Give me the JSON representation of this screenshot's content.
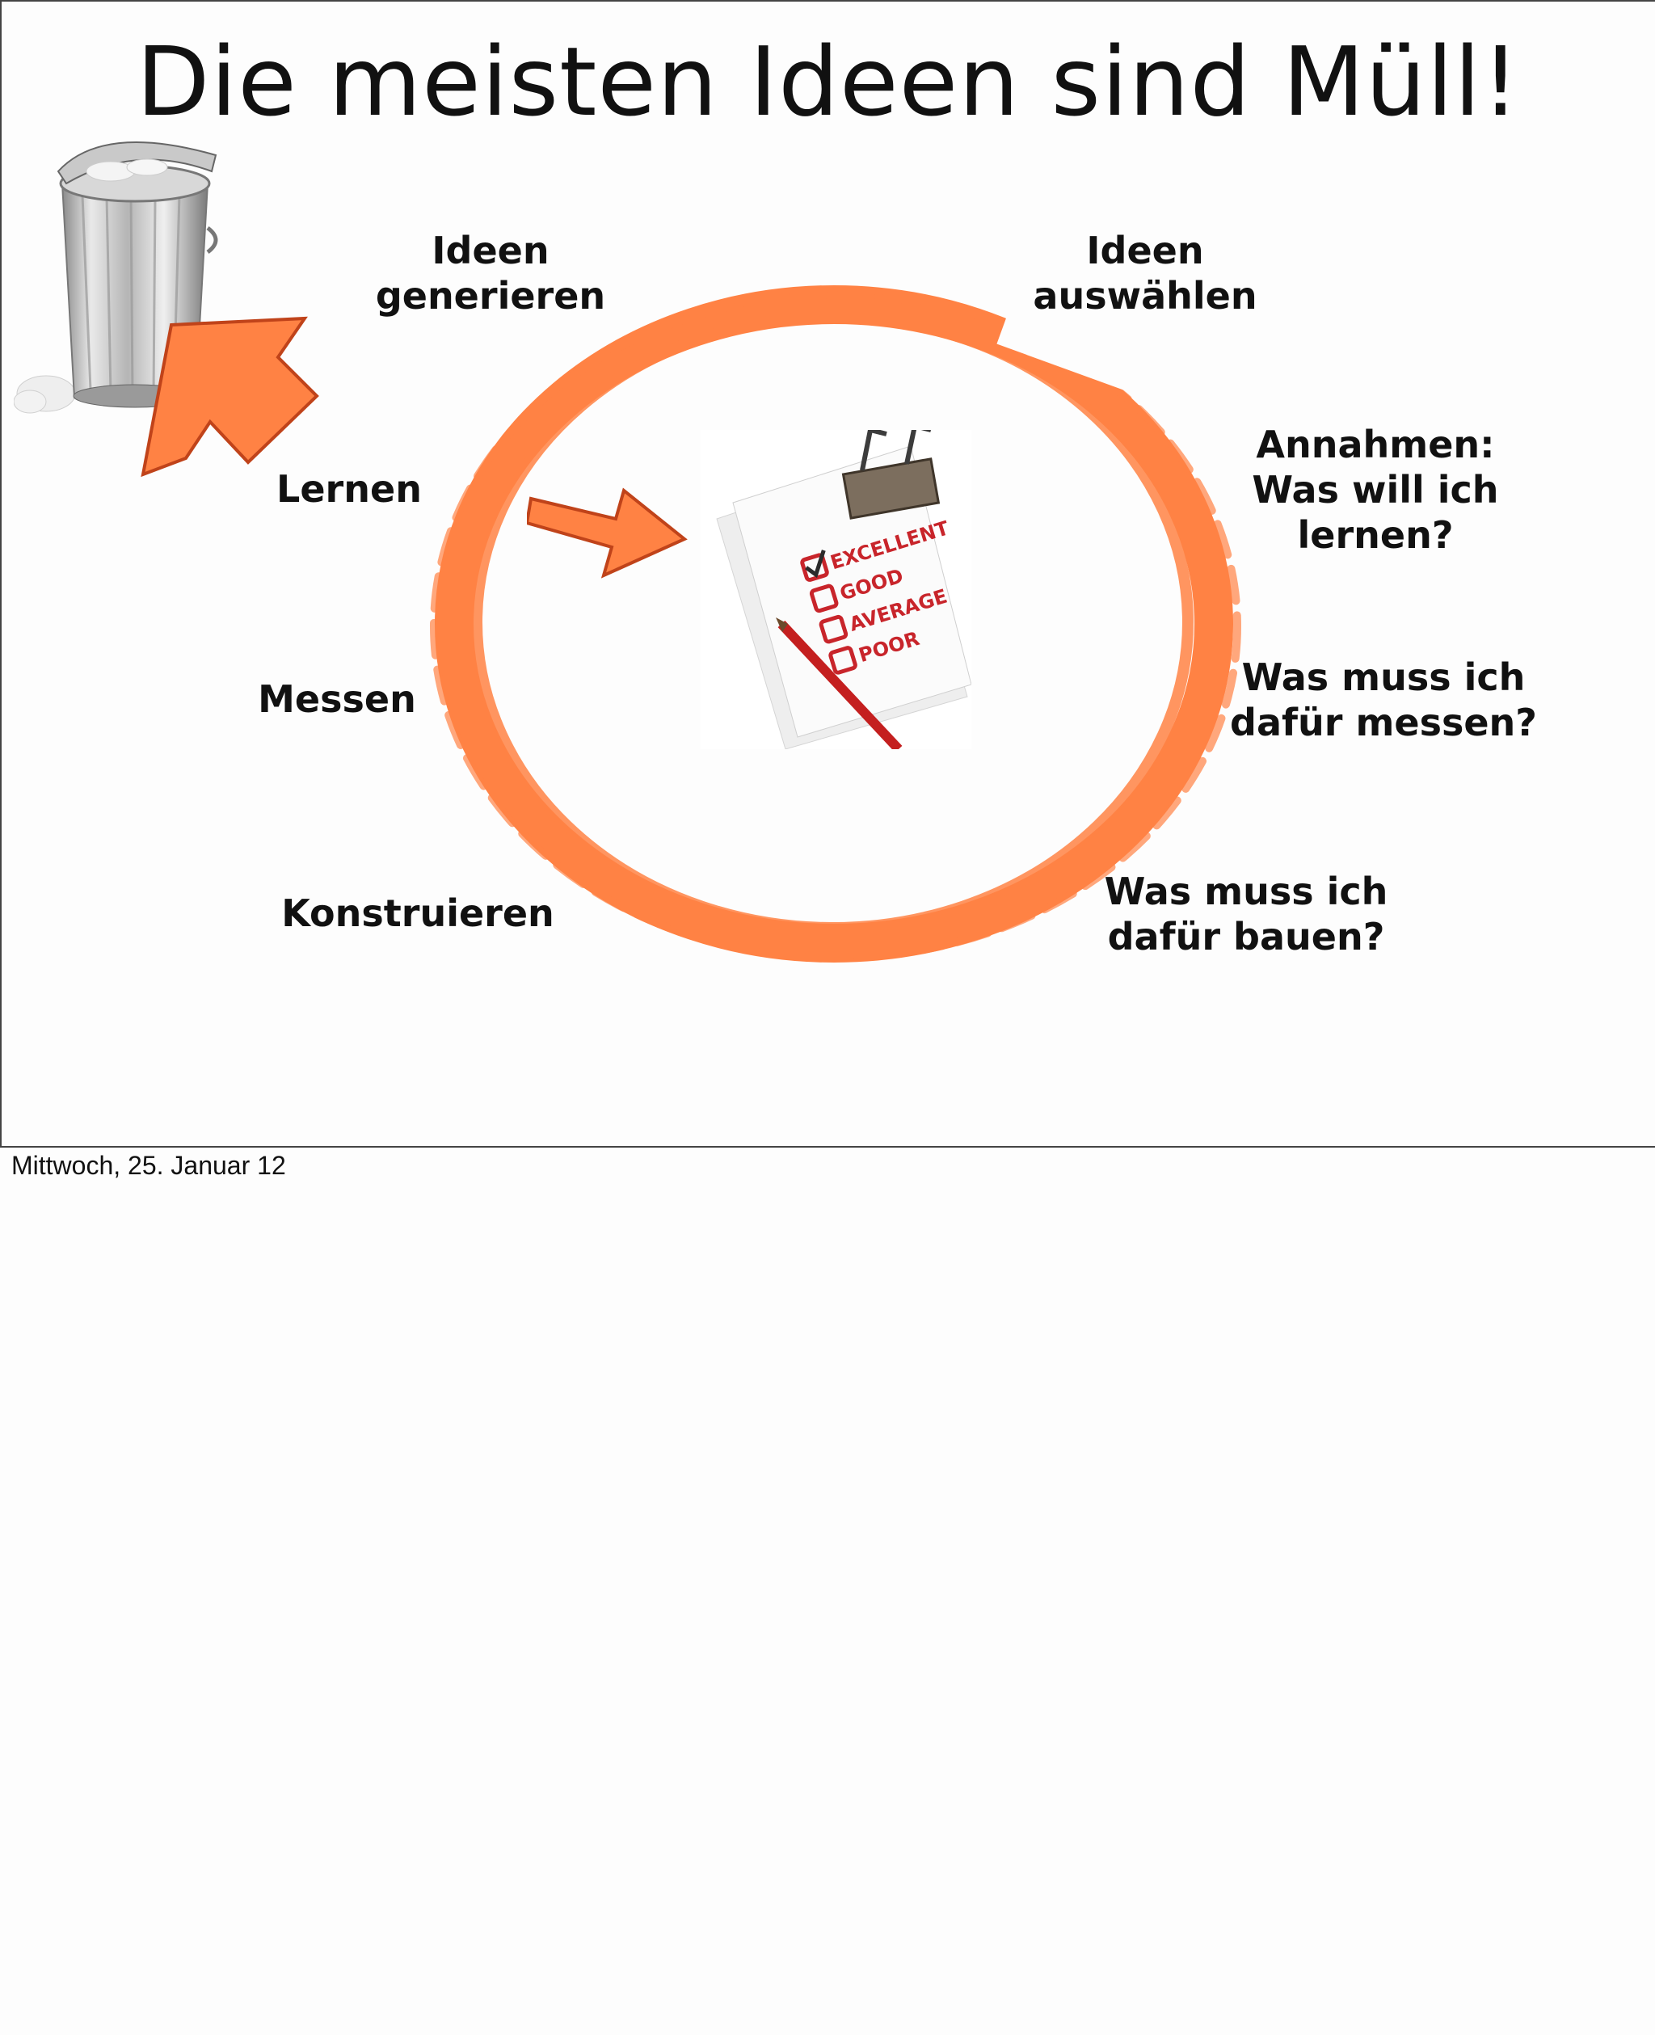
{
  "slide": {
    "title": "Die meisten Ideen sind Müll!",
    "cycle_labels": {
      "ideen_generieren": [
        "Ideen",
        "generieren"
      ],
      "ideen_auswaehlen": [
        "Ideen",
        "auswählen"
      ],
      "lernen": "Lernen",
      "messen": "Messen",
      "konstruieren": "Konstruieren"
    },
    "questions": {
      "annahmen": [
        "Annahmen:",
        "Was will ich",
        "lernen?"
      ],
      "messen": [
        "Was muss ich",
        "dafür messen?"
      ],
      "bauen": [
        "Was muss ich",
        "dafür bauen?"
      ]
    },
    "checklist": {
      "options": [
        "EXCELLENT",
        "GOOD",
        "AVERAGE",
        "POOR"
      ],
      "checked_index": 0
    },
    "colors": {
      "accent": "#ff8244",
      "accent_outline": "#c0431a",
      "checklist_text": "#c8252b"
    },
    "icons": [
      "trash-can-icon",
      "arrow-icon",
      "checklist-clipboard-icon",
      "pencil-icon"
    ]
  },
  "footer": {
    "date": "Mittwoch, 25. Januar 12"
  }
}
